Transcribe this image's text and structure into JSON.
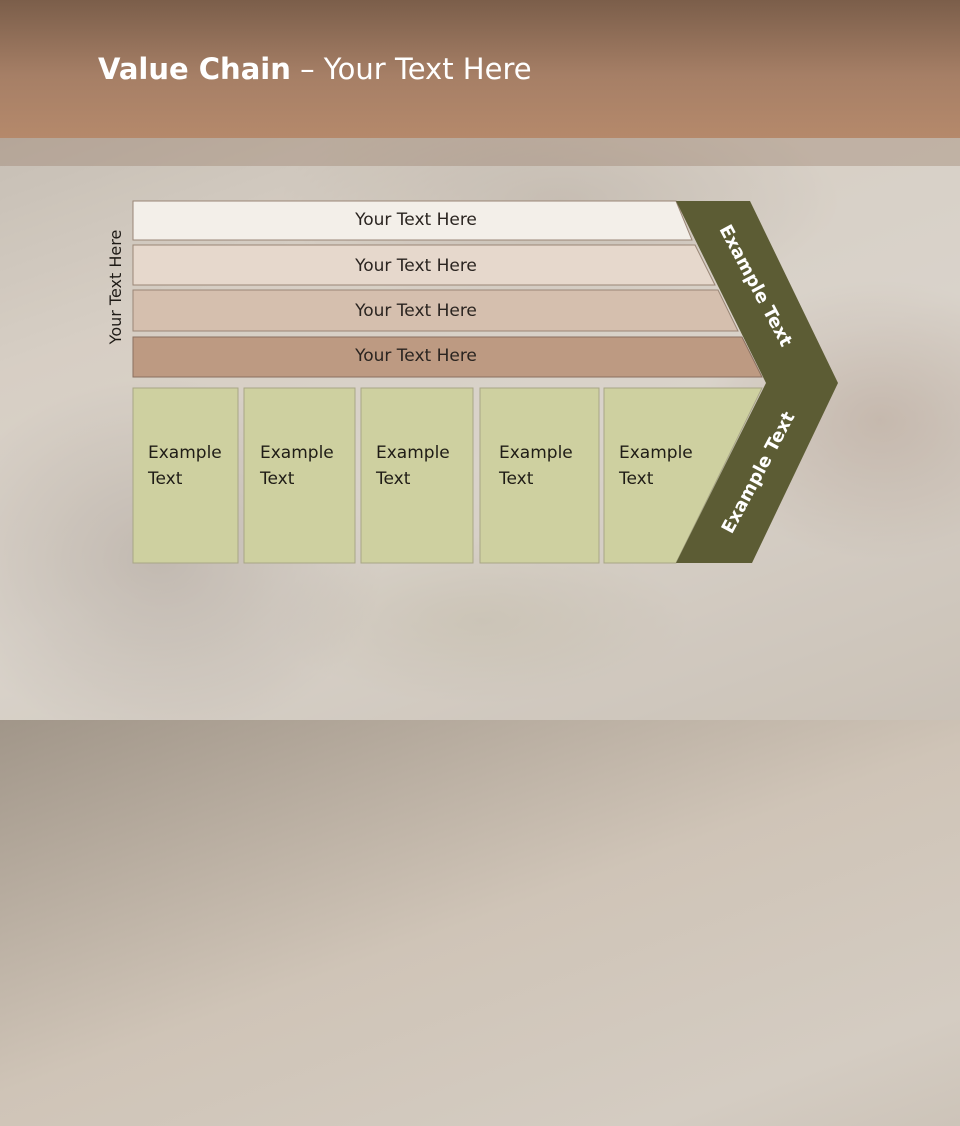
{
  "title": {
    "bold": "Value Chain",
    "rest": " – Your Text Here"
  },
  "side_label": "Your Text Here",
  "rows": [
    {
      "label": "Your Text Here",
      "color": "#f3efe9"
    },
    {
      "label": "Your Text Here",
      "color": "#e6d8cc"
    },
    {
      "label": "Your Text Here",
      "color": "#d5bfae"
    },
    {
      "label": "Your Text Here",
      "color": "#bd9a82"
    }
  ],
  "columns": [
    {
      "line1": "Example",
      "line2": "Text"
    },
    {
      "line1": "Example",
      "line2": "Text"
    },
    {
      "line1": "Example",
      "line2": "Text"
    },
    {
      "line1": "Example",
      "line2": "Text"
    },
    {
      "line1": "Example",
      "line2": "Text"
    }
  ],
  "chevron": {
    "upper_label": "Example Text",
    "lower_label": "Example Text",
    "color": "#5c5c34"
  },
  "colors": {
    "header": "#a98268",
    "column_fill": "#ced0a0"
  }
}
